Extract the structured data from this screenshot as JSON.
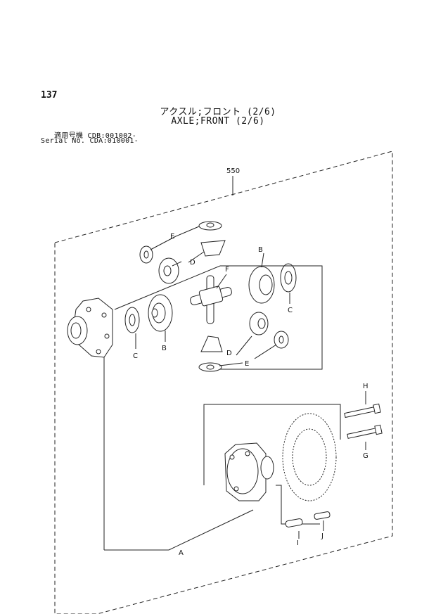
{
  "page_number": "137",
  "title": {
    "jp": "アクスル;フロント (2/6)",
    "en": "AXLE;FRONT (2/6)"
  },
  "serial": {
    "line1": "適用号機 CDB:001002-",
    "line2": "Serial No. CDA:010001-"
  },
  "callouts": {
    "assembly": "550",
    "a": "A",
    "b1": "B",
    "b2": "B",
    "c1": "C",
    "c2": "C",
    "d1": "D",
    "d2": "D",
    "e1": "E",
    "e2": "E",
    "f": "F",
    "g": "G",
    "h": "H",
    "i": "I",
    "j": "J"
  }
}
